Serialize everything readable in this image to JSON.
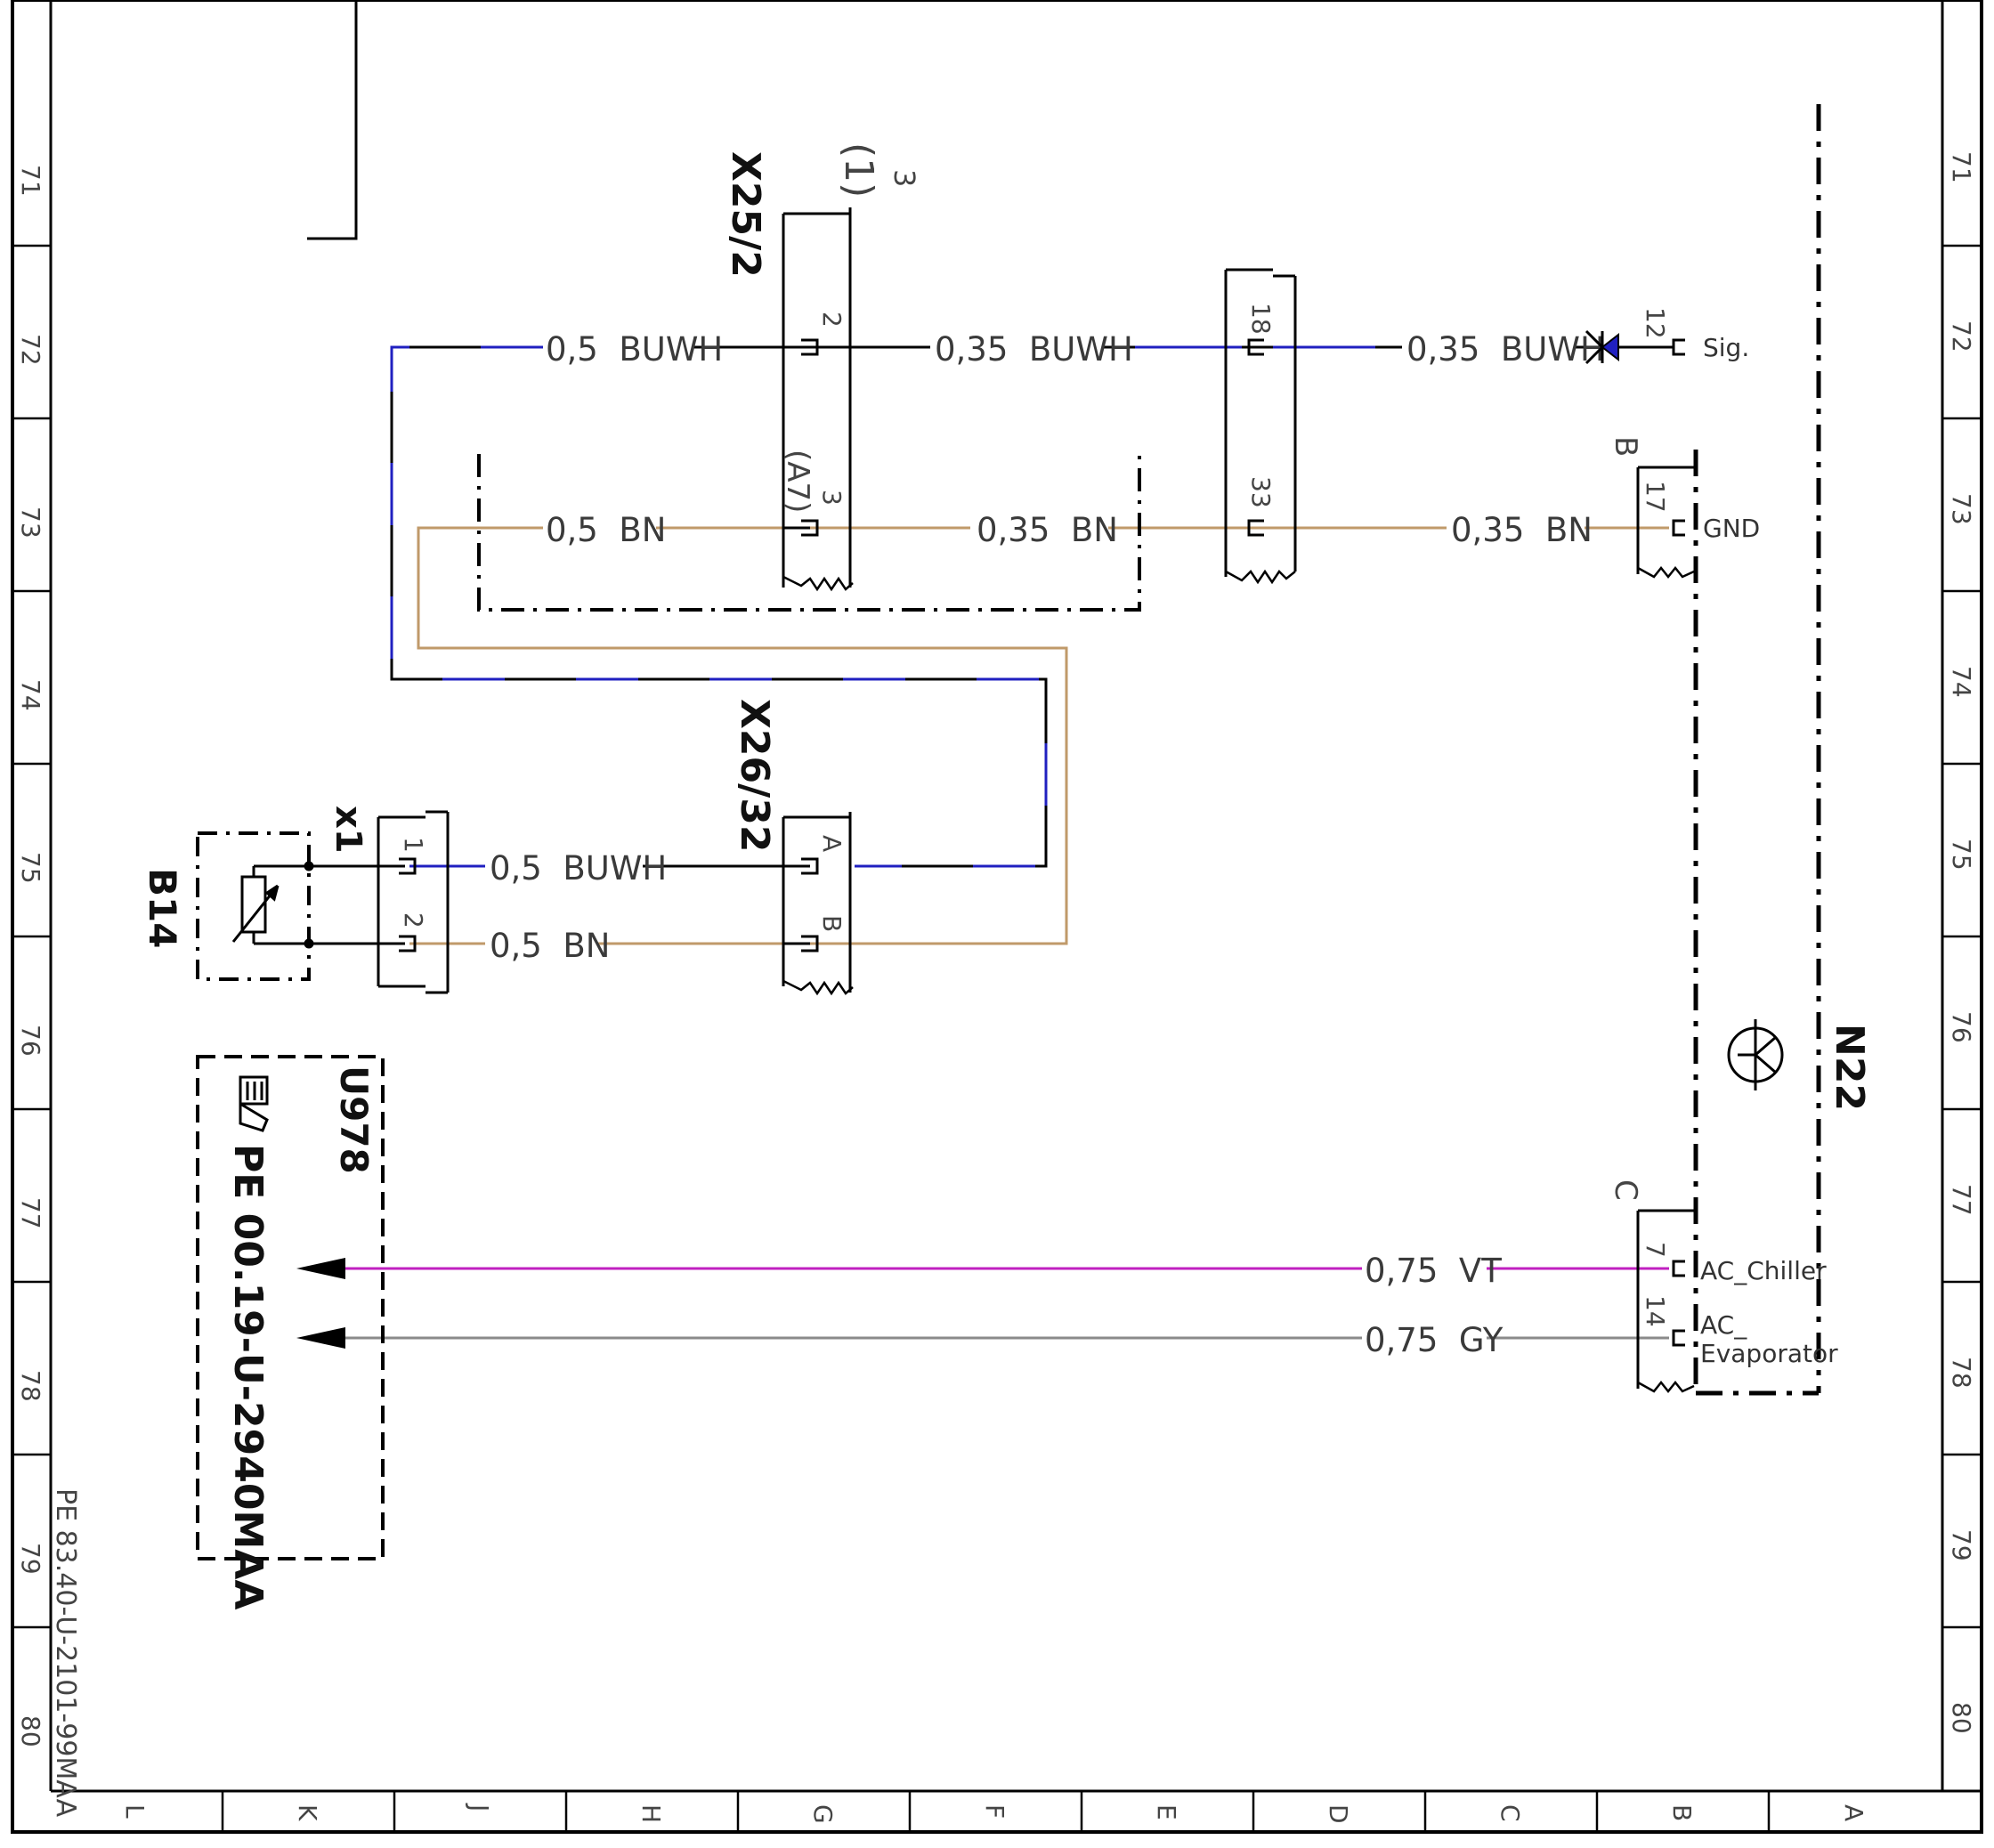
{
  "diagram": {
    "document_id": "PE 83.40-U-2101-99MAA",
    "row_labels": [
      "71",
      "72",
      "73",
      "74",
      "75",
      "76",
      "77",
      "78",
      "79",
      "80"
    ],
    "column_labels": [
      "L",
      "K",
      "J",
      "H",
      "G",
      "F",
      "E",
      "D",
      "C",
      "B",
      "A"
    ],
    "components": {
      "x25_2": "X25/2",
      "x25_2_ref": "(1)",
      "x25_2_ref_sup": "3",
      "x25_2_sub": "(A7)",
      "x26_32": "X26/32",
      "x1": "x1",
      "b14": "B14",
      "n22": "N22",
      "u978": "U978",
      "u978_ref": "PE 00.19-U-2940MAA",
      "conn_b": "B",
      "conn_c": "C"
    },
    "pins": {
      "x25_2_a": "2",
      "x25_2_b": "3",
      "mid_a": "18",
      "mid_b": "33",
      "n22_a": "12",
      "n22_b": "17",
      "n22_c": "7",
      "n22_d": "14",
      "x1_a": "1",
      "x1_b": "2",
      "x26_a": "A",
      "x26_b": "B"
    },
    "signals": {
      "sig": "Sig.",
      "gnd": "GND",
      "chiller": "AC_Chiller",
      "evap_1": "AC_",
      "evap_2": "Evaporator"
    },
    "wire_labels": {
      "w1": "0,5  BUWH",
      "w2": "0,35  BUWH",
      "w3": "0,35  BUWH",
      "w4": "0,5  BN",
      "w5": "0,35  BN",
      "w6": "0,35  BN",
      "w7": "0,5  BUWH",
      "w8": "0,5  BN",
      "w9": "0,75  VT",
      "w10": "0,75  GY"
    },
    "wire_colors": {
      "blue_white": "#2020c0",
      "brown": "#c09a6a",
      "violet": "#c020c0",
      "grey": "#8a8a8a",
      "black": "#000000"
    }
  }
}
